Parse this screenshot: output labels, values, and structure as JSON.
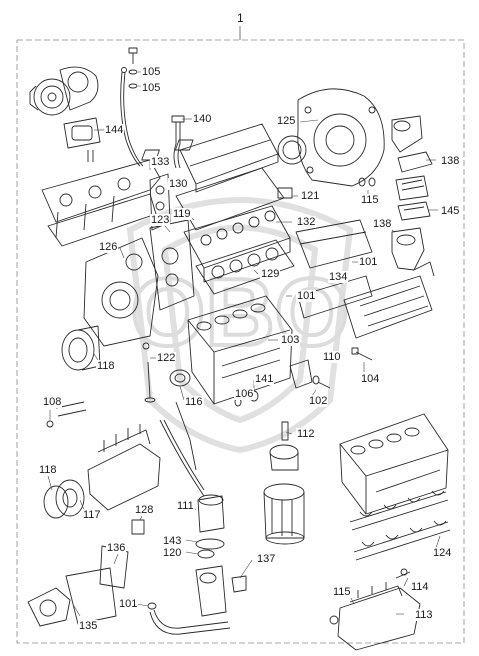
{
  "assembly_number": "1",
  "callouts": [
    "105",
    "105",
    "140",
    "144",
    "125",
    "138",
    "133",
    "130",
    "121",
    "115",
    "145",
    "119",
    "132",
    "123",
    "138",
    "126",
    "129",
    "134",
    "101",
    "101",
    "118",
    "122",
    "103",
    "110",
    "104",
    "141",
    "106",
    "116",
    "102",
    "108",
    "112",
    "118",
    "117",
    "111",
    "128",
    "143",
    "120",
    "136",
    "137",
    "124",
    "101",
    "115",
    "114",
    "135",
    "113"
  ],
  "watermark": "OBO",
  "colors": {
    "line": "#2a2a2a",
    "frame": "#8a8a8a",
    "watermark": "#e2e2e2"
  }
}
